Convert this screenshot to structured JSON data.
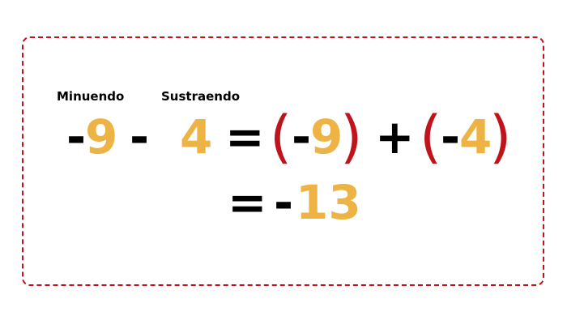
{
  "labels": {
    "minuendo": "Minuendo",
    "sustraendo": "Sustraendo"
  },
  "line1": {
    "minus_a": "-",
    "nine_a": "9",
    "minus_op": "-",
    "four_a": "4",
    "equals": "=",
    "lparen_a": "(",
    "minus_b": "-",
    "nine_b": "9",
    "rparen_a": ")",
    "plus": "+",
    "lparen_b": "(",
    "minus_c": "-",
    "four_b": "4",
    "rparen_b": ")"
  },
  "line2": {
    "equals": "=",
    "minus": "-",
    "result": "13"
  },
  "colors": {
    "black": "#000000",
    "orange": "#edb445",
    "red": "#c0141c",
    "border": "#c0141c"
  }
}
